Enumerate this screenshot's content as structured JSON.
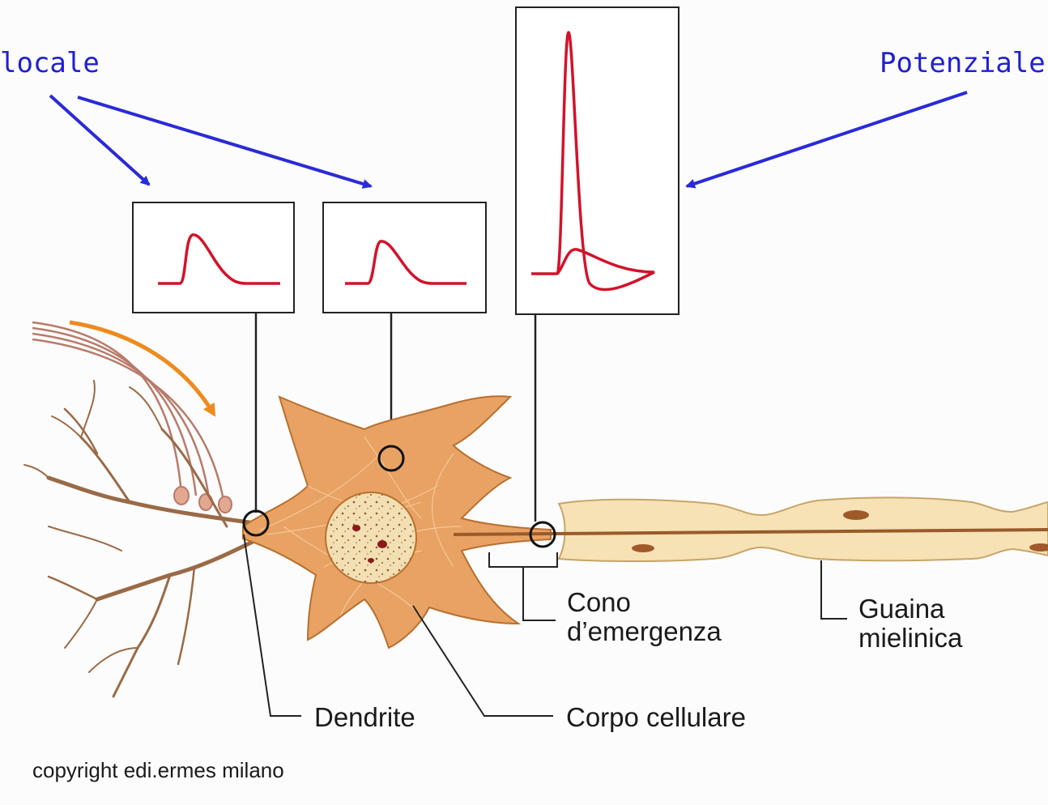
{
  "annotations": {
    "local_label": "locale",
    "action_label": "Potenziale"
  },
  "structures": {
    "dendrite": "Dendrite",
    "cell_body": "Corpo cellulare",
    "axon_hillock": "Cono\nd’emergenza",
    "myelin_sheath": "Guaina\nmielinica"
  },
  "copyright": "copyright edi.ermes milano",
  "colors": {
    "annotation_blue": "#2a2ad8",
    "trace_red": "#d4122a",
    "neuron_fill": "#e8a264",
    "neuron_stroke": "#b8702f",
    "myelin_fill": "#f6e2b4",
    "flow_arrow": "#ef8a1e"
  }
}
